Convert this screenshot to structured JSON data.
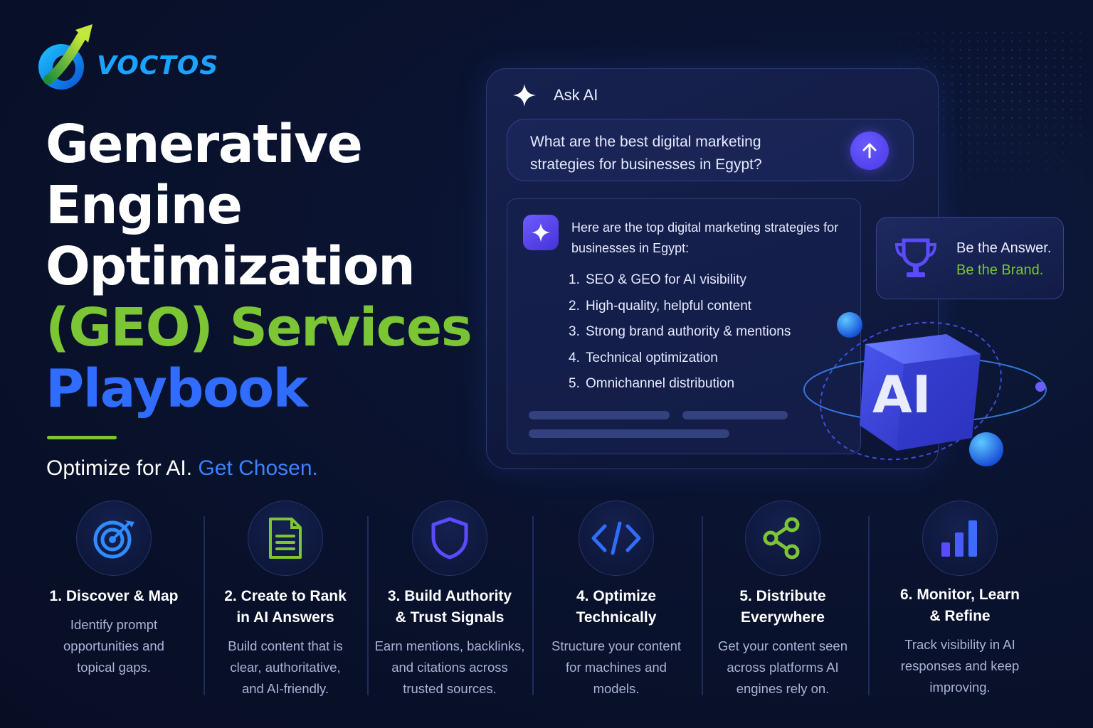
{
  "brand": {
    "name": "VOCTOS"
  },
  "headline": {
    "line1": "Generative",
    "line2": "Engine",
    "line3": "Optimization",
    "line4": "(GEO) Services",
    "line5": "Playbook"
  },
  "tagline": {
    "part1": "Optimize for AI.",
    "part2": "Get Chosen."
  },
  "ai_panel": {
    "label": "Ask AI",
    "query": "What are the best digital marketing strategies for businesses in Egypt?",
    "answer_intro": "Here are the top digital marketing strategies for businesses in Egypt:",
    "answer_items": [
      {
        "num": "1.",
        "text": "SEO & GEO for AI visibility"
      },
      {
        "num": "2.",
        "text": "High-quality, helpful content"
      },
      {
        "num": "3.",
        "text": "Strong brand authority & mentions"
      },
      {
        "num": "4.",
        "text": "Technical optimization"
      },
      {
        "num": "5.",
        "text": "Omnichannel distribution"
      }
    ]
  },
  "brand_card": {
    "line1": "Be the Answer.",
    "line2": "Be the Brand."
  },
  "cube": {
    "label": "AI"
  },
  "steps": [
    {
      "title_l1": "1. Discover & Map",
      "title_l2": "",
      "desc_l1": "Identify prompt",
      "desc_l2": "opportunities and",
      "desc_l3": "topical gaps.",
      "icon": "target-icon"
    },
    {
      "title_l1": "2. Create to Rank",
      "title_l2": "in AI Answers",
      "desc_l1": "Build content that is",
      "desc_l2": "clear, authoritative,",
      "desc_l3": "and AI-friendly.",
      "icon": "document-icon"
    },
    {
      "title_l1": "3. Build Authority",
      "title_l2": "& Trust Signals",
      "desc_l1": "Earn mentions, backlinks,",
      "desc_l2": "and citations across",
      "desc_l3": "trusted sources.",
      "icon": "shield-icon"
    },
    {
      "title_l1": "4. Optimize",
      "title_l2": "Technically",
      "desc_l1": "Structure your content",
      "desc_l2": "for machines and",
      "desc_l3": "models.",
      "icon": "code-icon"
    },
    {
      "title_l1": "5. Distribute",
      "title_l2": "Everywhere",
      "desc_l1": "Get your content seen",
      "desc_l2": "across platforms AI",
      "desc_l3": "engines rely on.",
      "icon": "share-icon"
    },
    {
      "title_l1": "6. Monitor, Learn",
      "title_l2": "& Refine",
      "desc_l1": "Track visibility in AI",
      "desc_l2": "responses and keep",
      "desc_l3": "improving.",
      "icon": "bar-chart-icon"
    }
  ],
  "colors": {
    "green": "#7cc534",
    "blue": "#2f6cff",
    "background": "#070e24",
    "purple": "#5b4bff"
  }
}
